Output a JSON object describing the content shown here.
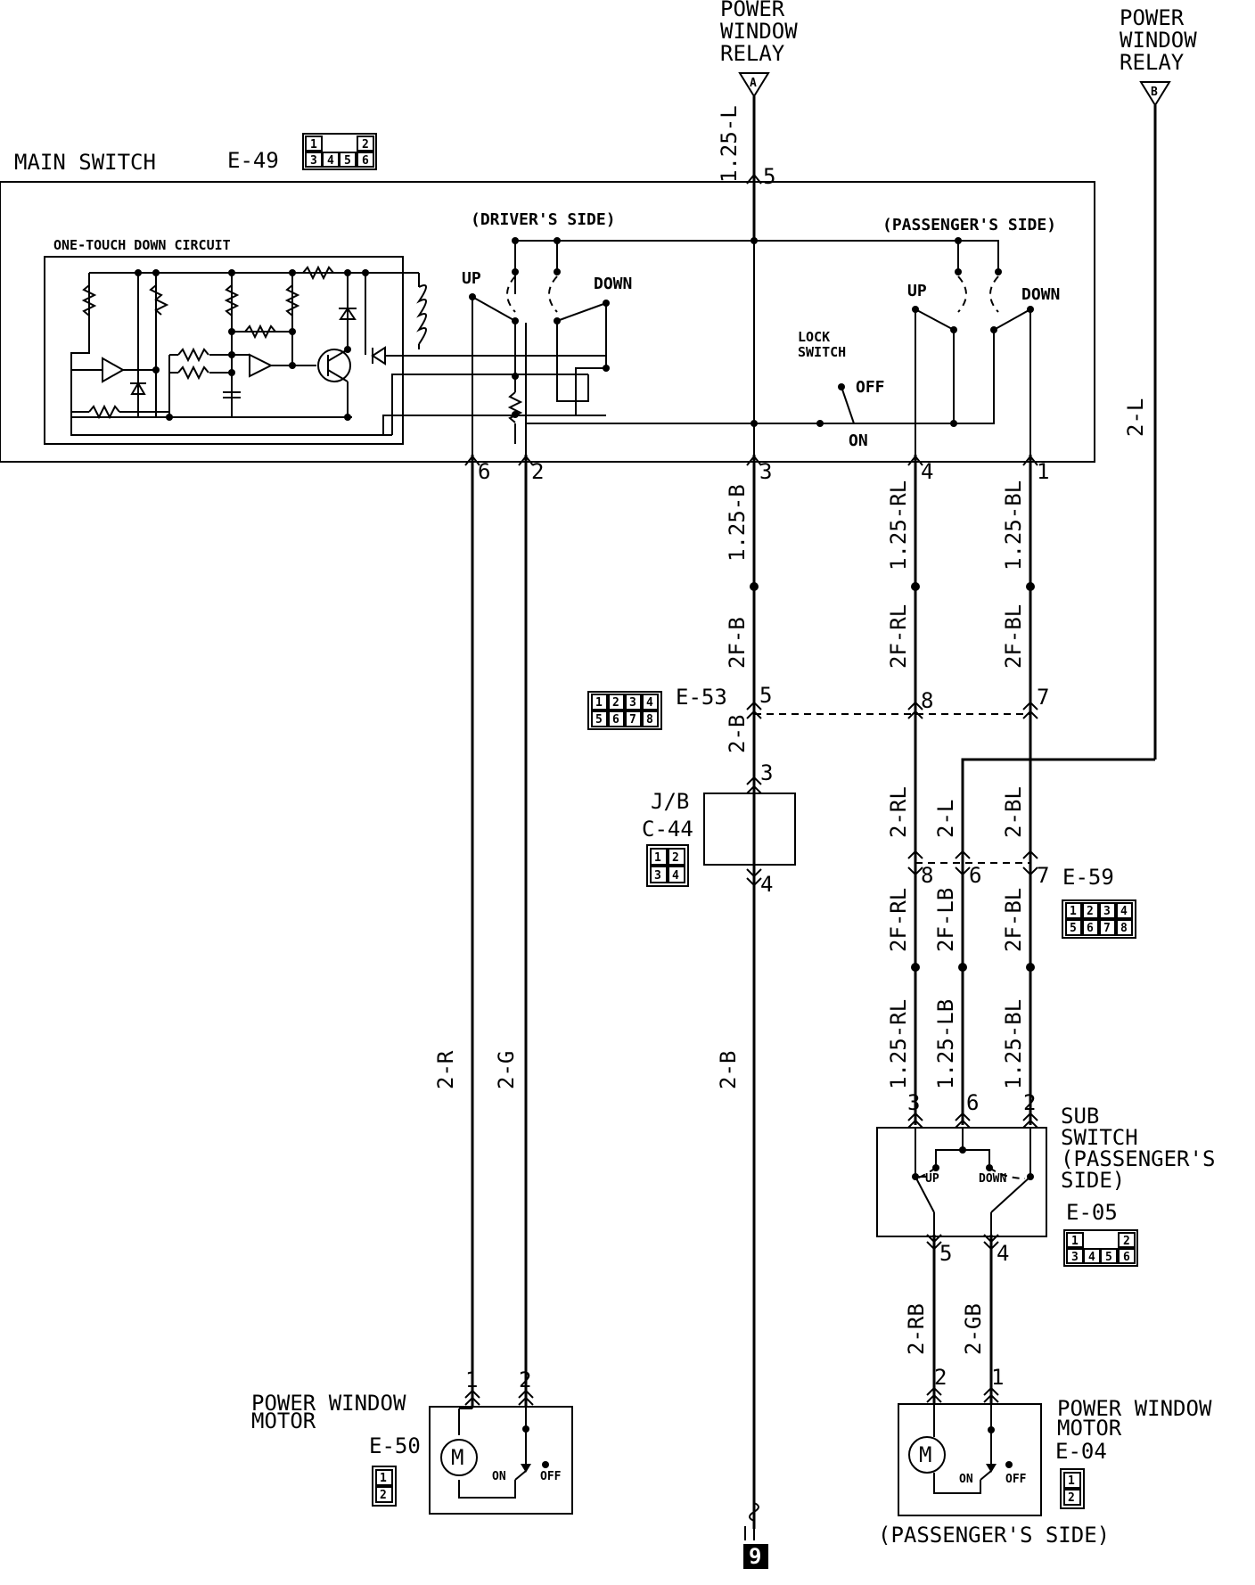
{
  "relay_a": {
    "lines": [
      "POWER",
      "WINDOW",
      "RELAY"
    ],
    "terminal": "A",
    "wire": "1.25-L",
    "pin": "5"
  },
  "relay_b": {
    "lines": [
      "POWER",
      "WINDOW",
      "RELAY"
    ],
    "terminal": "B",
    "wire": "2-L"
  },
  "main_switch": {
    "title": "MAIN SWITCH",
    "connector": "E-49",
    "drivers_side": "(DRIVER'S SIDE)",
    "passengers_side": "(PASSENGER'S SIDE)",
    "one_touch": "ONE-TOUCH DOWN CIRCUIT",
    "up": "UP",
    "down": "DOWN",
    "lock_switch": [
      "LOCK",
      "SWITCH"
    ],
    "off": "OFF",
    "on": "ON",
    "pins": [
      "6",
      "2",
      "3",
      "4",
      "1"
    ]
  },
  "connector_pins": {
    "e49_top": [
      "1",
      "",
      "2"
    ],
    "e49_bottom": [
      "3",
      "4",
      "5",
      "6"
    ],
    "eight_top": [
      "1",
      "2",
      "3",
      "4"
    ],
    "eight_bottom": [
      "5",
      "6",
      "7",
      "8"
    ],
    "jb_top": [
      "1",
      "2"
    ],
    "jb_bottom": [
      "3",
      "4"
    ],
    "two": [
      "1",
      "2"
    ]
  },
  "wires": {
    "w_3a": "1.25-B",
    "w_3b": "2F-B",
    "w_4a": "1.25-RL",
    "w_4b": "2F-RL",
    "w_1a": "1.25-BL",
    "w_1b": "2F-BL",
    "w_2b": "2-B",
    "w_2rl": "2-RL",
    "w_2l": "2-L",
    "w_2bl": "2-BL",
    "w_2frl": "2F-RL",
    "w_2flb": "2F-LB",
    "w_2fbl": "2F-BL",
    "w_125rl": "1.25-RL",
    "w_125lb": "1.25-LB",
    "w_125bl": "1.25-BL",
    "w_2r": "2-R",
    "w_2g": "2-G",
    "w_2b_long": "2-B",
    "w_2rb": "2-RB",
    "w_2gb": "2-GB"
  },
  "e53": {
    "code": "E-53",
    "pins": [
      "5",
      "8",
      "7"
    ]
  },
  "jb": {
    "label": "J/B",
    "code": "C-44",
    "pins": [
      "3",
      "4"
    ]
  },
  "e59": {
    "code": "E-59",
    "pins": [
      "8",
      "6",
      "7"
    ]
  },
  "sub_switch": {
    "lines": [
      "SUB",
      "SWITCH",
      "(PASSENGER'S",
      "SIDE)"
    ],
    "code": "E-05",
    "up": "UP",
    "down": "DOWN",
    "pins_in": [
      "3",
      "6",
      "2"
    ],
    "pins_out": [
      "5",
      "4"
    ]
  },
  "motor_driver": {
    "lines": [
      "POWER  WINDOW",
      "MOTOR"
    ],
    "code": "E-50",
    "pins": [
      "1",
      "2"
    ],
    "on": "ON",
    "off": "OFF",
    "motor": "M"
  },
  "motor_passenger": {
    "lines": [
      "POWER  WINDOW",
      "MOTOR"
    ],
    "code": "E-04",
    "pins": [
      "2",
      "1"
    ],
    "on": "ON",
    "off": "OFF",
    "motor": "M",
    "caption": "(PASSENGER'S SIDE)"
  },
  "ground": {
    "label": "9"
  }
}
